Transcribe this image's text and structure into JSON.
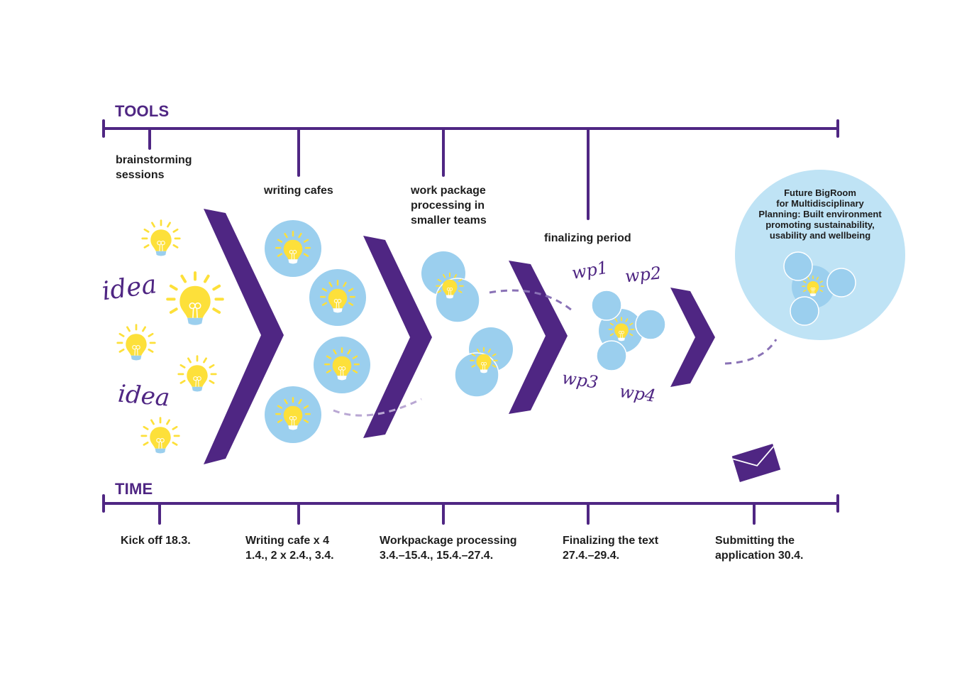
{
  "colors": {
    "purple": "#4f2683",
    "bulb_yellow": "#fde03a",
    "circle_blue": "#9bcfee",
    "goal_blue": "#bfe3f5",
    "text": "#1e1e1e"
  },
  "tools": {
    "heading": "TOOLS",
    "items": [
      {
        "label_lines": [
          "brainstorming",
          "sessions"
        ]
      },
      {
        "label_lines": [
          "writing cafes"
        ]
      },
      {
        "label_lines": [
          "work package",
          "processing in",
          "smaller teams"
        ]
      },
      {
        "label_lines": [
          "finalizing period"
        ]
      }
    ]
  },
  "time": {
    "heading": "TIME",
    "items": [
      {
        "label_lines": [
          "Kick off 18.3."
        ]
      },
      {
        "label_lines": [
          "Writing cafe x 4",
          "1.4., 2 x 2.4., 3.4."
        ]
      },
      {
        "label_lines": [
          "Workpackage processing",
          "3.4.–15.4., 15.4.–27.4."
        ]
      },
      {
        "label_lines": [
          "Finalizing the text",
          "27.4.–29.4."
        ]
      },
      {
        "label_lines": [
          "Submitting the",
          "application 30.4."
        ]
      }
    ]
  },
  "ideas": {
    "word1": "idea",
    "word2": "idea"
  },
  "work_packages": {
    "wp1": "wp1",
    "wp2": "wp2",
    "wp3": "wp3",
    "wp4": "wp4"
  },
  "goal": {
    "title_lines": [
      "Future BigRoom",
      "for Multidisciplinary",
      "Planning: Built environment",
      "promoting sustainability,",
      "usability and wellbeing"
    ]
  },
  "icons": {
    "bulb": "lightbulb-icon",
    "chevron": "chevron-right-icon",
    "envelope": "envelope-icon"
  }
}
